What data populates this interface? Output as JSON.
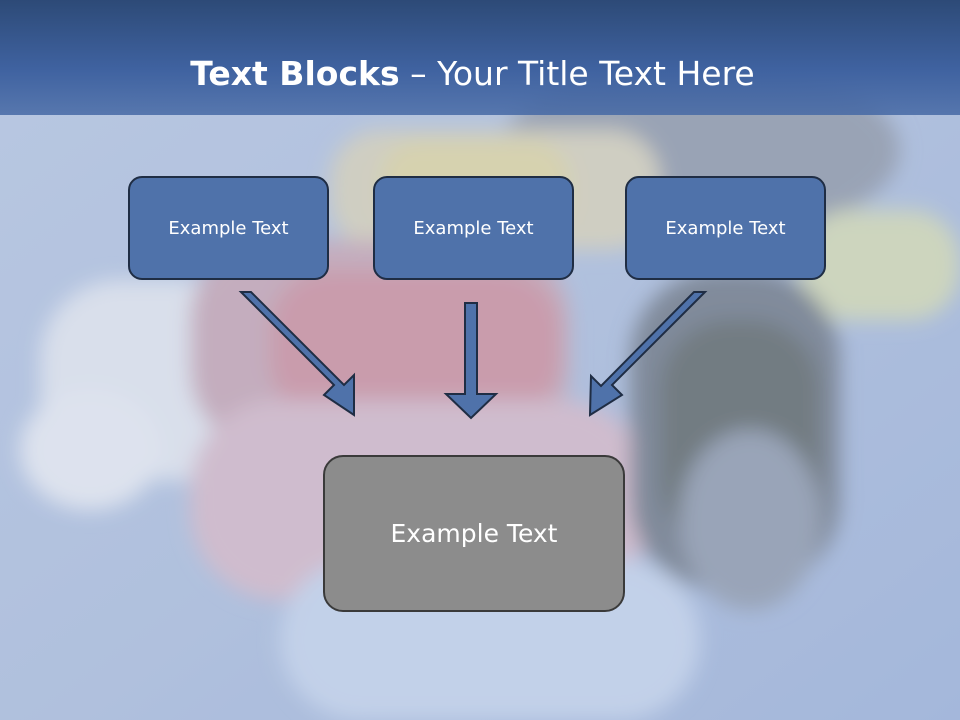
{
  "slide": {
    "title_bold": "Text Blocks",
    "title_dash": " – ",
    "title_rest": "Your Title Text Here"
  },
  "blocks": [
    {
      "label": "Example Text"
    },
    {
      "label": "Example Text"
    },
    {
      "label": "Example Text"
    }
  ],
  "target": {
    "label": "Example Text"
  },
  "colors": {
    "header": "#3f62a0",
    "block_fill": "#4f72aa",
    "block_border": "#1f2d44",
    "target_fill": "#8c8c8c",
    "arrow_fill": "#4f72aa"
  }
}
